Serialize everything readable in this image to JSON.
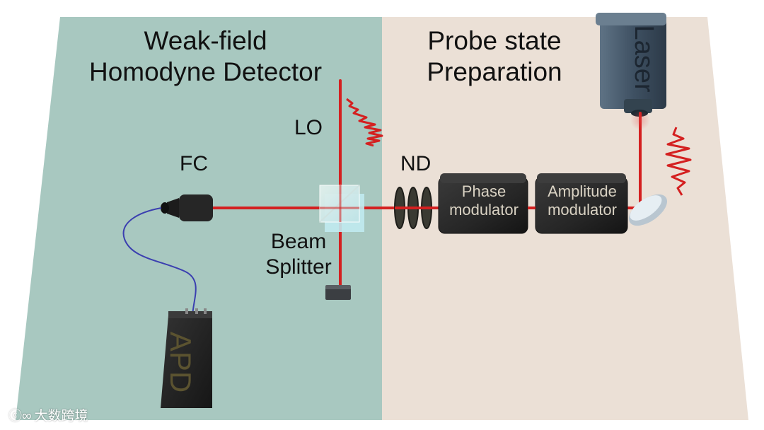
{
  "left_section": {
    "title_line1": "Weak-field",
    "title_line2": "Homodyne Detector"
  },
  "right_section": {
    "title_line1": "Probe state",
    "title_line2": "Preparation"
  },
  "components": {
    "lo": "LO",
    "fc": "FC",
    "nd": "ND",
    "beam_splitter_line1": "Beam",
    "beam_splitter_line2": "Splitter",
    "phase_modulator_line1": "Phase",
    "phase_modulator_line2": "modulator",
    "amplitude_modulator_line1": "Amplitude",
    "amplitude_modulator_line2": "modulator",
    "laser": "Laser",
    "apd": "APD"
  },
  "watermark": "大数跨境",
  "colors": {
    "detector_background": "#a8c8c0",
    "preparation_background": "#ebe0d6",
    "beam": "#d42020",
    "module_dark": "#2b2b2b",
    "laser_body": "#4c5f70",
    "fiber": "#3b3fb0"
  }
}
